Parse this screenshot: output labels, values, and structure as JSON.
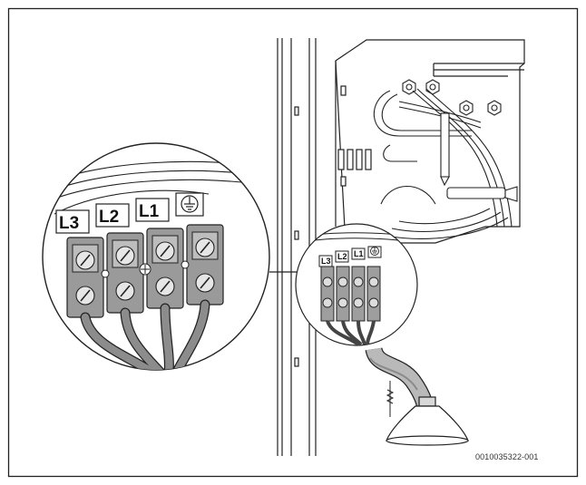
{
  "figure": {
    "terminal_labels": [
      "L3",
      "L2",
      "L1"
    ],
    "ground_symbol": "protective-earth-icon",
    "reference_code": "0010035322-001"
  }
}
